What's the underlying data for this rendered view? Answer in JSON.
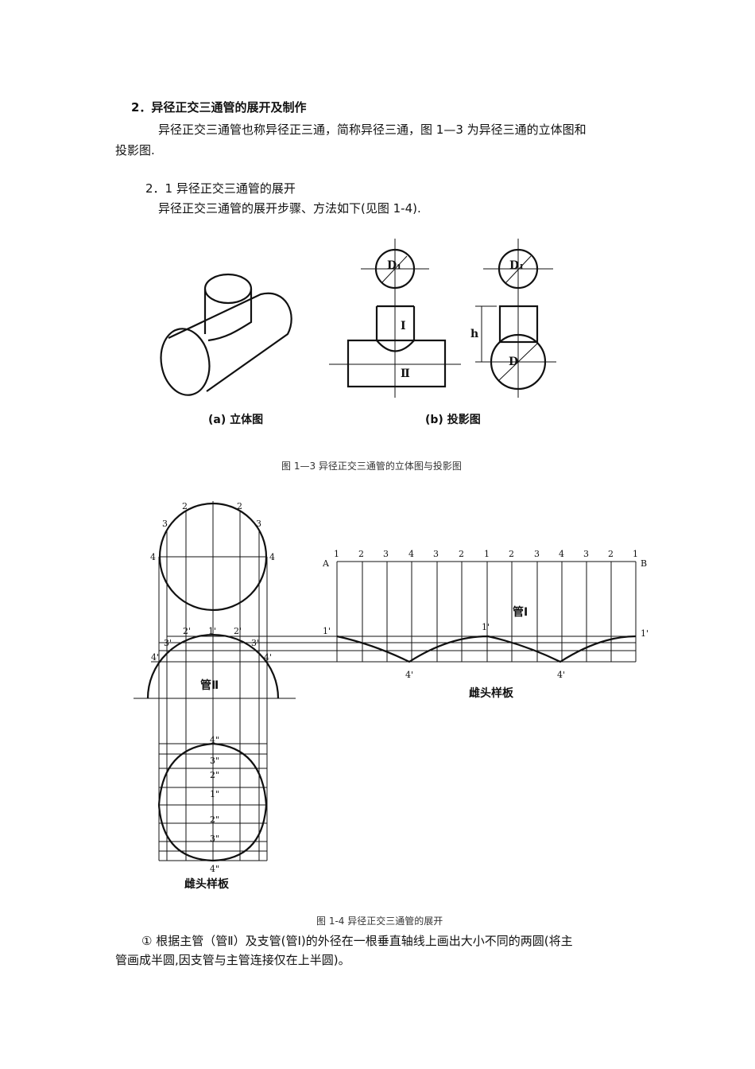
{
  "heading": "2．异径正交三通管的展开及制作",
  "intro_line1": "异径正交三通管也称异径正三通，简称异径三通，图 1—3 为异径三通的立体图和",
  "intro_line2": "投影图.",
  "subheading": "2．1 异径正交三通管的展开",
  "sub_text": "异径正交三通管的展开步骤、方法如下(见图 1-4).",
  "fig13": {
    "label_a": "(a) 立体图",
    "label_b": "(b) 投影图",
    "symbol_D1": "D₁",
    "symbol_D": "D",
    "symbol_h": "h",
    "roman_I": "Ⅰ",
    "roman_II": "Ⅱ",
    "caption": "图 1—3 异径正交三通管的立体图与投影图"
  },
  "fig14": {
    "top_numbers": [
      "1",
      "2",
      "3",
      "4",
      "3",
      "2",
      "1",
      "2",
      "3",
      "4",
      "3",
      "2",
      "1"
    ],
    "label_A": "A",
    "label_B": "B",
    "label_pipe_I": "管Ⅰ",
    "label_pipe_II": "管Ⅱ",
    "label_template_right": "雌头样板",
    "label_template_bottom": "雌头样板",
    "circle_numbers": [
      "2",
      "2",
      "3",
      "3",
      "4",
      "4"
    ],
    "prime_labels": [
      "1'",
      "2'",
      "2'",
      "3'",
      "3'",
      "4'",
      "4'",
      "1'",
      "1'",
      "1'",
      "4'",
      "4'"
    ],
    "bottom_labels": [
      "4\"",
      "3\"",
      "2\"",
      "1\"",
      "2\"",
      "3\"",
      "4\""
    ],
    "caption": "图 1-4 异径正交三通管的展开"
  },
  "step1_line1": "① 根据主管（管Ⅱ）及支管(管Ⅰ)的外径在一根垂直轴线上画出大小不同的两圆(将主",
  "step1_line2": "管画成半圆,因支管与主管连接仅在上半圆)。"
}
